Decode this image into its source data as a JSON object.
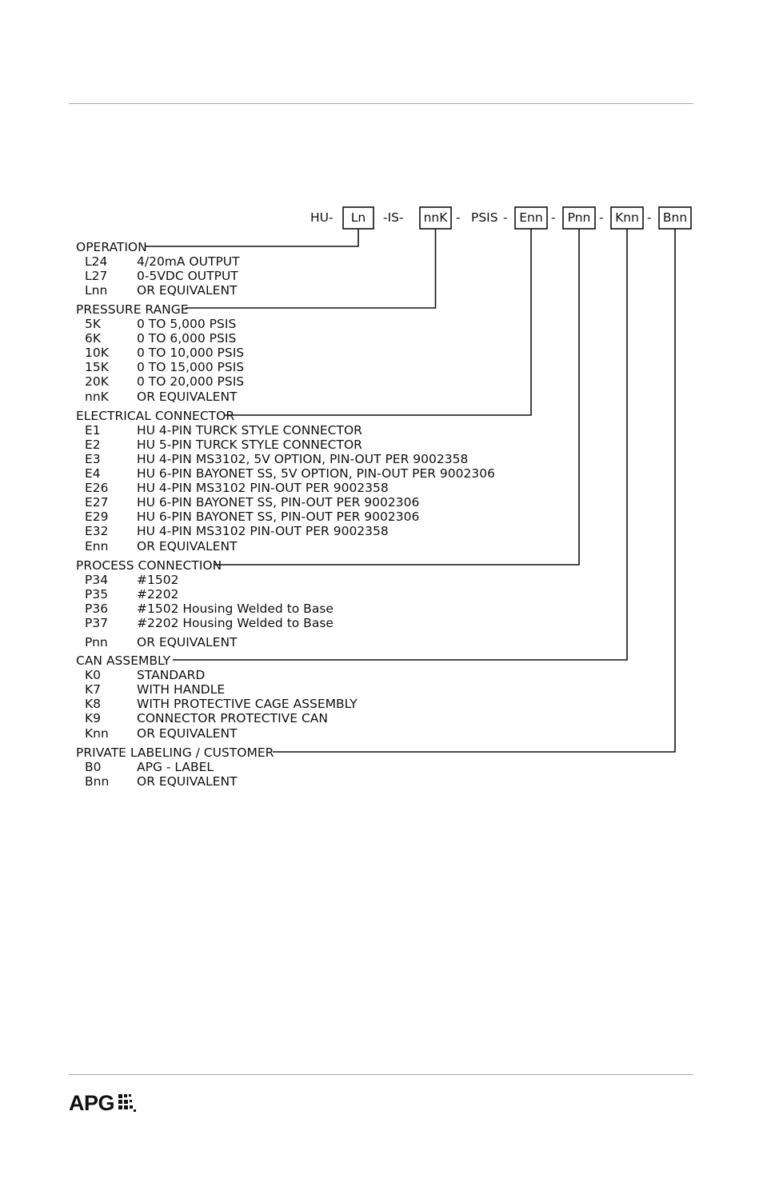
{
  "model_string": {
    "prefix": "HU-",
    "sep1": "-IS-",
    "sep2": "-",
    "psis": "PSIS",
    "sep3": "-",
    "sep4": "-",
    "sep5": "-",
    "sep6": "-",
    "boxes": [
      "Ln",
      "nnK",
      "Enn",
      "Pnn",
      "Knn",
      "Bnn"
    ]
  },
  "sections": [
    {
      "title": "OPERATION",
      "items": [
        {
          "code": "L24",
          "desc": "4/20mA OUTPUT"
        },
        {
          "code": "L27",
          "desc": "0-5VDC OUTPUT"
        },
        {
          "code": "Lnn",
          "desc": "OR EQUIVALENT"
        }
      ]
    },
    {
      "title": "PRESSURE RANGE",
      "items": [
        {
          "code": "5K",
          "desc": "0 TO 5,000 PSIS"
        },
        {
          "code": "6K",
          "desc": "0 TO 6,000 PSIS"
        },
        {
          "code": "10K",
          "desc": "0 TO 10,000 PSIS"
        },
        {
          "code": "15K",
          "desc": "0 TO 15,000 PSIS"
        },
        {
          "code": "20K",
          "desc": "0 TO 20,000 PSIS"
        },
        {
          "code": "nnK",
          "desc": "OR EQUIVALENT"
        }
      ]
    },
    {
      "title": "ELECTRICAL CONNECTOR",
      "items": [
        {
          "code": "E1",
          "desc": "HU 4-PIN TURCK STYLE CONNECTOR"
        },
        {
          "code": "E2",
          "desc": "HU 5-PIN TURCK STYLE CONNECTOR"
        },
        {
          "code": "E3",
          "desc": "HU 4-PIN MS3102, 5V OPTION, PIN-OUT PER 9002358"
        },
        {
          "code": "E4",
          "desc": "HU 6-PIN BAYONET SS, 5V OPTION, PIN-OUT PER 9002306"
        },
        {
          "code": "E26",
          "desc": "HU 4-PIN MS3102 PIN-OUT PER 9002358"
        },
        {
          "code": "E27",
          "desc": "HU 6-PIN BAYONET SS, PIN-OUT PER 9002306"
        },
        {
          "code": "E29",
          "desc": "HU 6-PIN BAYONET SS, PIN-OUT PER 9002306"
        },
        {
          "code": "E32",
          "desc": "HU 4-PIN MS3102 PIN-OUT PER 9002358"
        },
        {
          "code": "Enn",
          "desc": "OR EQUIVALENT"
        }
      ]
    },
    {
      "title": "PROCESS CONNECTION",
      "items": [
        {
          "code": "P34",
          "desc": "#1502"
        },
        {
          "code": "P35",
          "desc": "#2202"
        },
        {
          "code": "P36",
          "desc": "#1502 Housing Welded to Base"
        },
        {
          "code": "P37",
          "desc": "#2202 Housing Welded to Base"
        },
        {
          "code": "Pnn",
          "desc": "OR EQUIVALENT"
        }
      ]
    },
    {
      "title": "CAN ASSEMBLY",
      "items": [
        {
          "code": "K0",
          "desc": "STANDARD"
        },
        {
          "code": "K7",
          "desc": "WITH HANDLE"
        },
        {
          "code": "K8",
          "desc": "WITH PROTECTIVE CAGE ASSEMBLY"
        },
        {
          "code": "K9",
          "desc": "CONNECTOR PROTECTIVE CAN"
        },
        {
          "code": "Knn",
          "desc": "OR EQUIVALENT"
        }
      ]
    },
    {
      "title": "PRIVATE LABELING / CUSTOMER",
      "items": [
        {
          "code": "B0",
          "desc": "APG - LABEL"
        },
        {
          "code": "Bnn",
          "desc": "OR EQUIVALENT"
        }
      ]
    }
  ],
  "footer": {
    "logo_text": "APG"
  }
}
